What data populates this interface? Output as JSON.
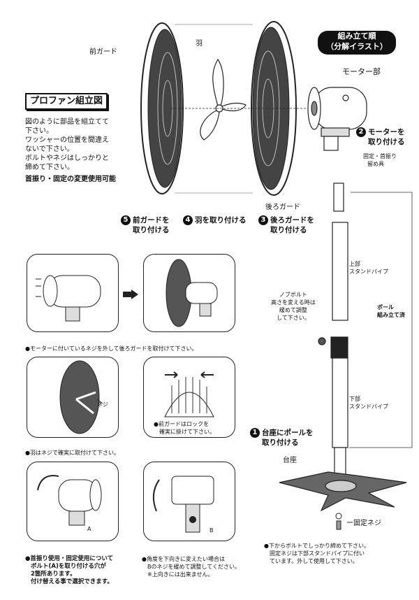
{
  "badge": {
    "line1": "組み立て順",
    "line2": "（分解イラスト）"
  },
  "title": "プロファン組立図",
  "intro": [
    "図のように部品を組立てて",
    "下さい。",
    "ワッシャーの位置を間違え",
    "ないで下さい。",
    "ボルトやネジはしっかりと",
    "締めて下さい。"
  ],
  "intro_bold": "首振り・固定の変更使用可能",
  "labels": {
    "front_guard": "前ガード",
    "blade": "羽",
    "rear_guard": "後ろガード",
    "motor": "モーター部",
    "fix_swing": [
      "固定・首振り",
      "留め具"
    ],
    "upper_pipe": [
      "上部",
      "スタンドパイプ"
    ],
    "lower_pipe": [
      "下部",
      "スタンドパイプ"
    ],
    "knob": [
      "ノブボルト",
      "高さを変える時は",
      "緩めて調整",
      "して下さい。"
    ],
    "pole": [
      "ポール",
      "組み立て済"
    ],
    "base": "台座",
    "screw": "ー固定ネジ",
    "screw_label": "ネジ",
    "a": "A",
    "b": "B"
  },
  "steps": [
    {
      "n": "1",
      "lines": [
        "台座にポールを",
        "取り付ける"
      ]
    },
    {
      "n": "2",
      "lines": [
        "モーターを",
        "取り付ける"
      ]
    },
    {
      "n": "3",
      "lines": [
        "後ろガードを",
        "取り付ける"
      ]
    },
    {
      "n": "4",
      "lines": [
        "羽を取り付ける"
      ]
    },
    {
      "n": "5",
      "lines": [
        "前ガードを",
        "取り付ける"
      ]
    }
  ],
  "captions": {
    "p1": "●モーターに付いているネジを外して後ろガードを取付けて下さい。",
    "p2": "●羽はネジで確実に取付けて下さい。",
    "p3": [
      "●前ガードはロックを",
      "確実に掛けて下さい。"
    ],
    "p4": [
      "●首振り使用・固定使用について",
      "ボルト(A)を取り付ける穴が",
      "2箇所あります。",
      "付け替える事で選択できます。"
    ],
    "p5": [
      "●角度を下向きに変えたい場合は",
      "Bのネジを緩めて調整してください。",
      "※上向きには出来ません。"
    ],
    "p6": [
      "●下からボルトでしっかり締めて下さい。",
      "固定ネジは下部スタンドパイプに付い",
      "ています。外して使用して下さい。"
    ]
  }
}
